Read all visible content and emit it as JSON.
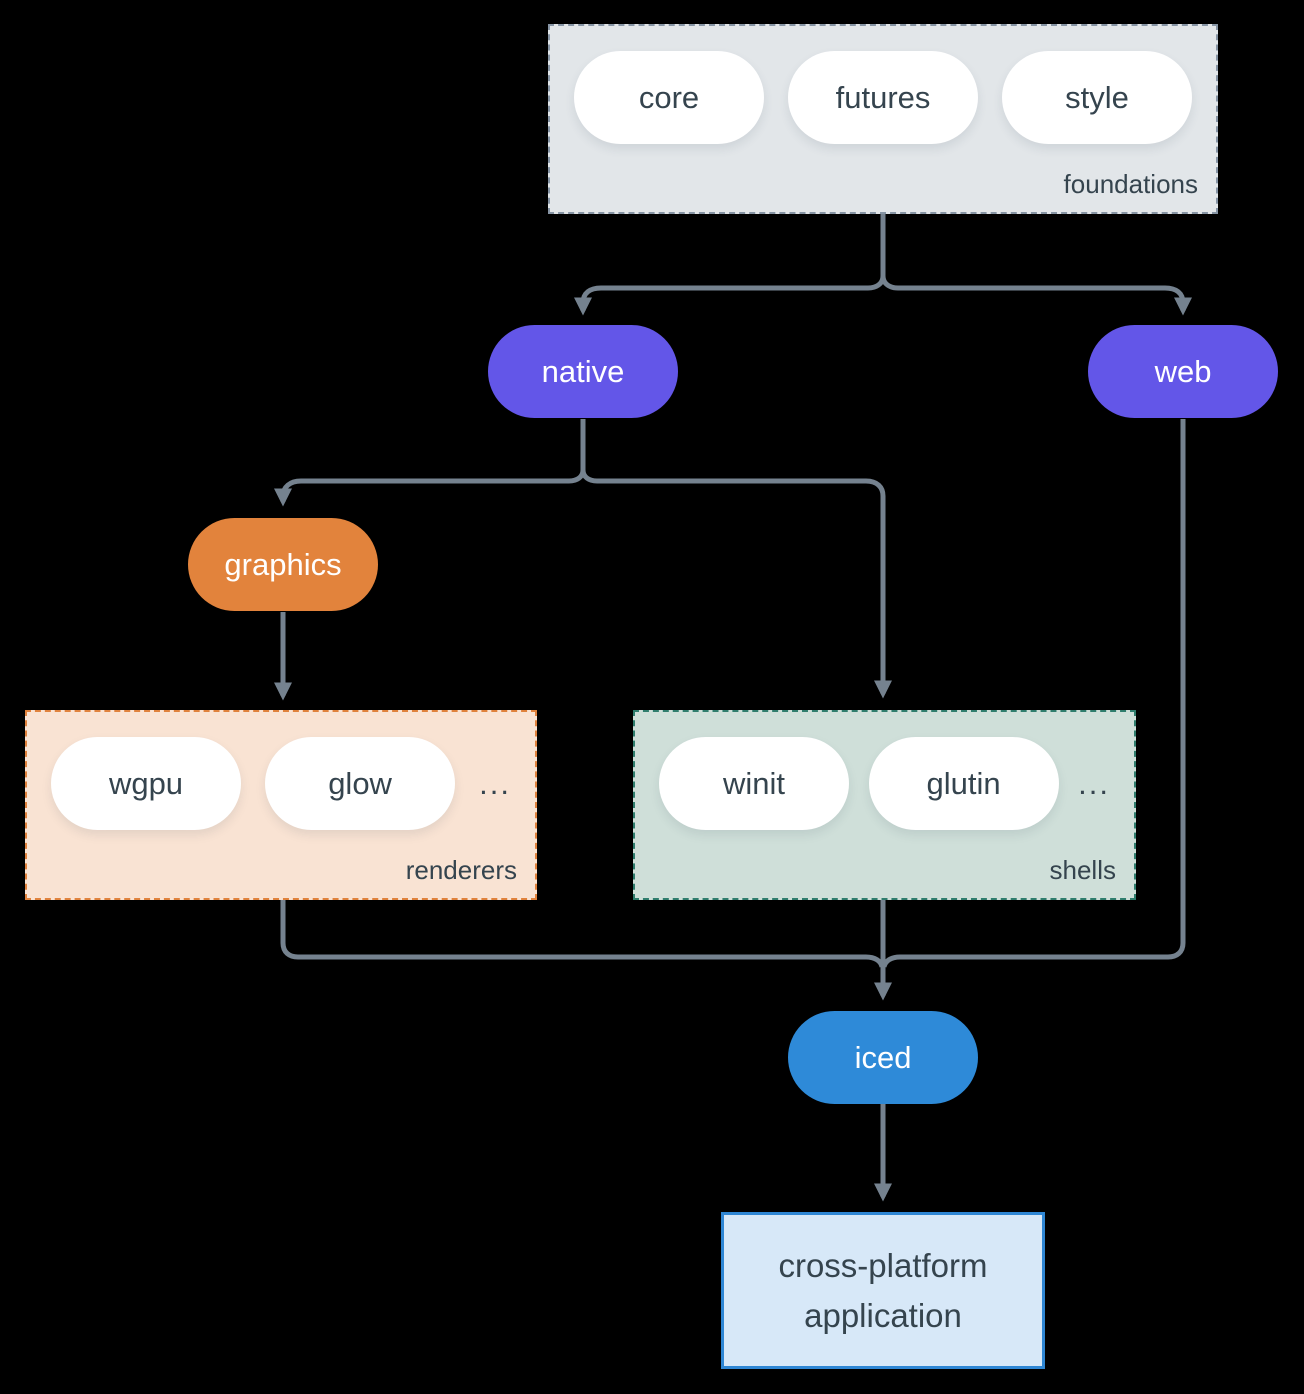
{
  "colors": {
    "background": "#000000",
    "line": "#75828f",
    "text_dark": "#35444e",
    "text_light": "#ffffff",
    "node_white": "#ffffff",
    "accent_purple": "#6356e8",
    "accent_orange": "#e2833c",
    "accent_blue": "#2e8ad8",
    "foundations_fill": "#e2e6e9",
    "foundations_border": "#8795a5",
    "renderers_fill": "#f9e3d3",
    "renderers_border": "#e0823c",
    "shells_fill": "#cfdfd9",
    "shells_border": "#2f7d6d",
    "app_fill": "#d7e8f8",
    "app_border": "#2e86d4"
  },
  "groups": {
    "foundations": {
      "label": "foundations",
      "pills": [
        "core",
        "futures",
        "style"
      ]
    },
    "renderers": {
      "label": "renderers",
      "pills": [
        "wgpu",
        "glow"
      ],
      "ellipsis": "..."
    },
    "shells": {
      "label": "shells",
      "pills": [
        "winit",
        "glutin"
      ],
      "ellipsis": "..."
    }
  },
  "nodes": {
    "native": "native",
    "web": "web",
    "graphics": "graphics",
    "iced": "iced",
    "application": "cross-platform application"
  }
}
